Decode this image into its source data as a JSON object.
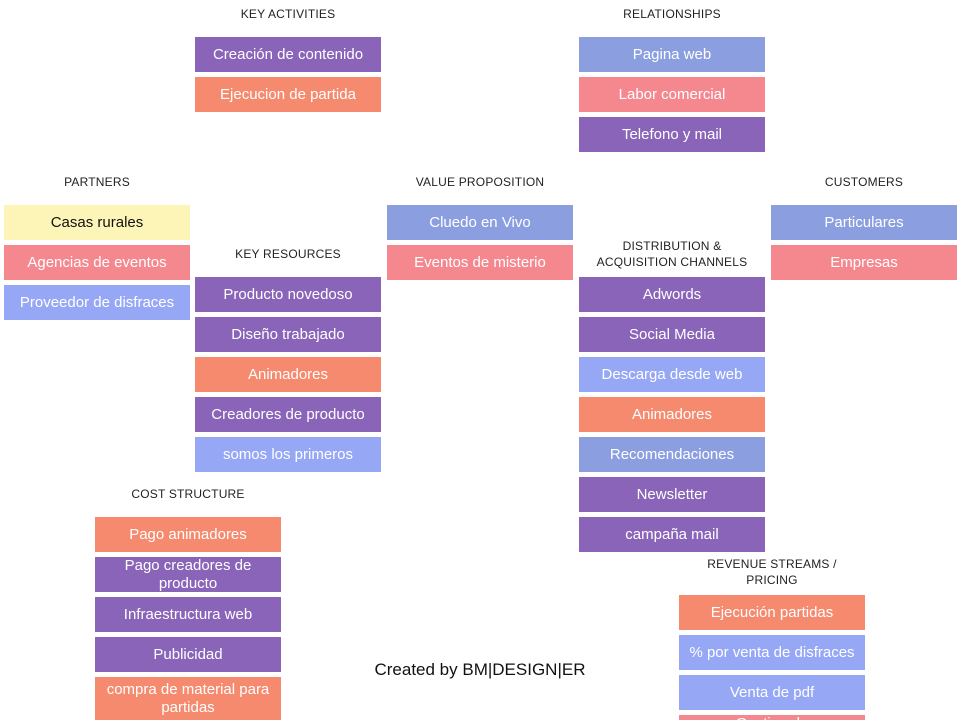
{
  "sections": {
    "key_activities": {
      "title": "KEY ACTIVITIES",
      "items": [
        "Creación de contenido",
        "Ejecucion de partida"
      ]
    },
    "relationships": {
      "title": "RELATIONSHIPS",
      "items": [
        "Pagina web",
        "Labor comercial",
        "Telefono y mail"
      ]
    },
    "partners": {
      "title": "PARTNERS",
      "items": [
        "Casas rurales",
        "Agencias de eventos",
        "Proveedor de disfraces"
      ]
    },
    "value_proposition": {
      "title": "VALUE PROPOSITION",
      "items": [
        "Cluedo en Vivo",
        "Eventos de misterio"
      ]
    },
    "customers": {
      "title": "CUSTOMERS",
      "items": [
        "Particulares",
        "Empresas"
      ]
    },
    "key_resources": {
      "title": "KEY RESOURCES",
      "items": [
        "Producto novedoso",
        "Diseño trabajado",
        "Animadores",
        "Creadores de producto",
        "somos los primeros"
      ]
    },
    "channels": {
      "title_line1": "DISTRIBUTION  &",
      "title_line2": "ACQUISITION  CHANNELS",
      "items": [
        "Adwords",
        "Social Media",
        "Descarga desde web",
        "Animadores",
        "Recomendaciones",
        "Newsletter",
        "campaña mail"
      ]
    },
    "cost_structure": {
      "title": "COST  STRUCTURE",
      "items": [
        "Pago animadores",
        "Pago creadores de producto",
        "Infraestructura web",
        "Publicidad",
        "compra de material para partidas"
      ]
    },
    "revenue_streams": {
      "title_line1": "REVENUE STREAMS  /",
      "title_line2": "PRICING",
      "items": [
        "Ejecución partidas",
        "% por venta de disfraces",
        "Venta de pdf",
        "Gestion de"
      ]
    }
  },
  "footer": "Created by BM|DESIGN|ER",
  "colors": {
    "purple": "#8a64b8",
    "salmon": "#f58a6e",
    "blue": "#8b9fe0",
    "pink": "#f5888f",
    "yellow": "#fdf5b8",
    "light_blue": "#96a8f5"
  }
}
